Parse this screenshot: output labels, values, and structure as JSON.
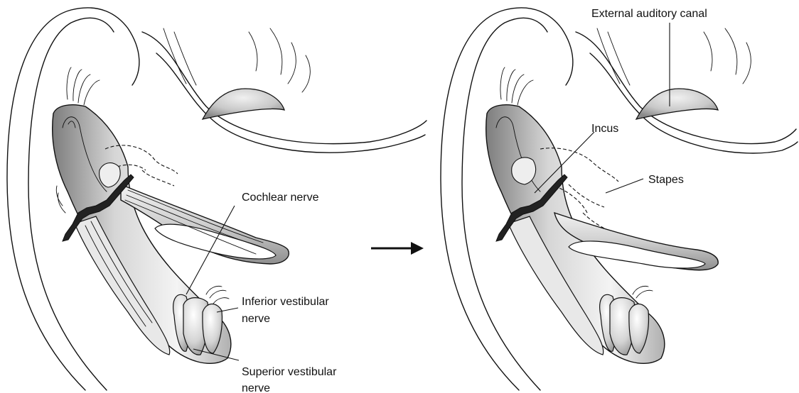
{
  "labels": {
    "cochlear_nerve": "Cochlear nerve",
    "inferior_vestibular": "Inferior vestibular",
    "inferior_vestibular_2": "nerve",
    "superior_vestibular": "Superior vestibular",
    "superior_vestibular_2": "nerve",
    "external_auditory_canal": "External auditory canal",
    "incus": "Incus",
    "stapes": "Stapes"
  },
  "colors": {
    "line": "#111111",
    "shade_dark": "#8a8a8a",
    "shade_mid": "#c4c4c4",
    "shade_light": "#f2f2f2",
    "fracture": "#222222"
  },
  "arrow_icon": "right-arrow-icon"
}
